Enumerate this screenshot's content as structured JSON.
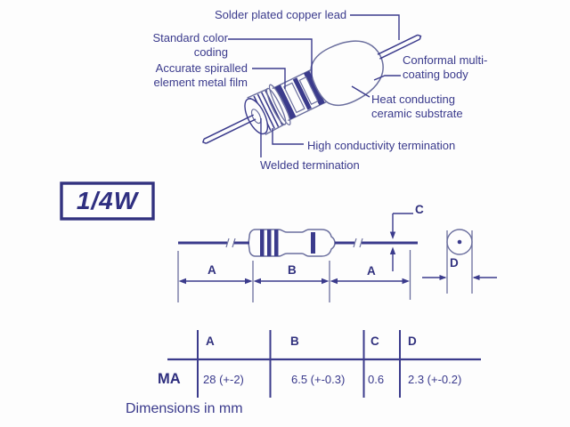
{
  "illustration": {
    "labels": {
      "solder_lead": "Solder plated copper lead",
      "color_coding": "Standard color\ncoding",
      "metal_film": "Accurate spiralled\nelement metal film",
      "coating_body": "Conformal multi-\ncoating body",
      "ceramic_substrate": "Heat conducting\nceramic substrate",
      "high_conductivity": "High conductivity termination",
      "welded": "Welded termination"
    }
  },
  "power_rating": "1/4W",
  "dimensions": {
    "a": "A",
    "b": "B",
    "c": "C",
    "d": "D",
    "footer": "Dimensions in mm"
  },
  "table": {
    "headers": [
      "A",
      "B",
      "C",
      "D"
    ],
    "row_label": "MA",
    "values": [
      "28 (+-2)",
      "6.5 (+-0.3)",
      "0.6",
      "2.3 (+-0.2)"
    ]
  },
  "colors": {
    "ink": "#3b3b8c",
    "outline": "#6b6f9e",
    "background": "#fdfdfd"
  }
}
